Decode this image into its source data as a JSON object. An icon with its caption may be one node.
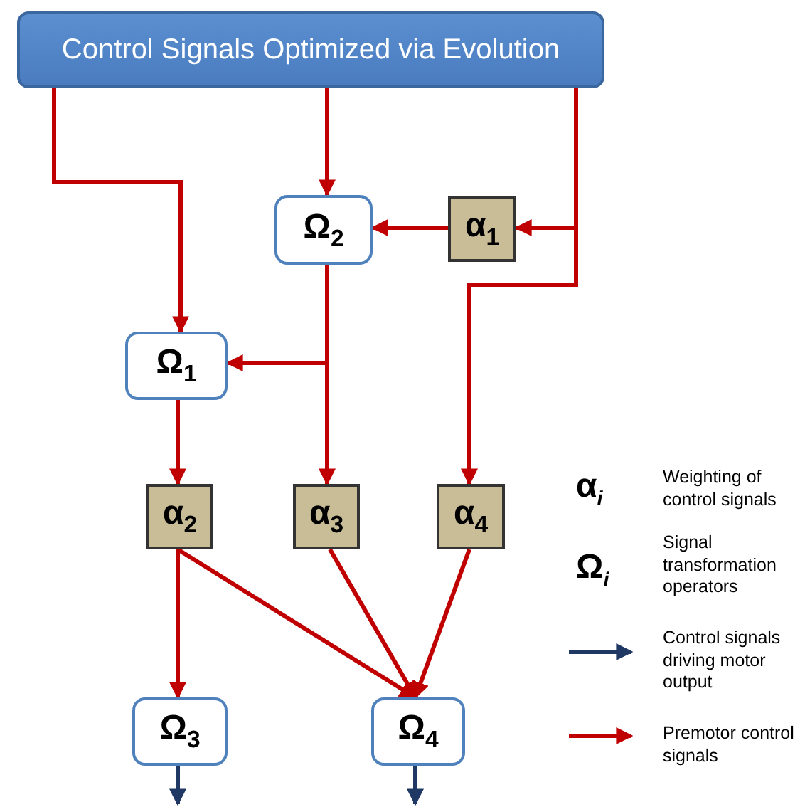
{
  "diagram": {
    "nodes": [
      {
        "text": [
          "Control Signals Optimized via Evolution"
        ]
      },
      {
        "text": [
          "Ω$_{2}$"
        ]
      },
      {
        "text": [
          "α$_{1}$"
        ]
      },
      {
        "text": [
          "Ω$_{1}$"
        ]
      },
      {
        "text": [
          "α$_{2}$"
        ]
      },
      {
        "text": [
          "α$_{3}$"
        ]
      },
      {
        "text": [
          "α$_{4}$"
        ]
      },
      {
        "text": [
          "Ω$_{3}$"
        ]
      },
      {
        "text": [
          "Ω$_{4}$"
        ]
      }
    ],
    "edges": [
      {
        "from": 0,
        "to": 3,
        "arrow": "to"
      },
      {
        "from": 0,
        "to": 1,
        "arrow": "to"
      },
      {
        "from": 0,
        "to": 2,
        "arrow": "to"
      },
      {
        "from": 0,
        "to": 6,
        "arrow": "to"
      },
      {
        "from": 2,
        "to": 1,
        "arrow": "to"
      },
      {
        "from": 1,
        "to": 3,
        "arrow": "to"
      },
      {
        "from": 1,
        "to": 5,
        "arrow": "to"
      },
      {
        "from": 3,
        "to": 4,
        "arrow": "to"
      },
      {
        "from": 4,
        "to": 7,
        "arrow": "to"
      },
      {
        "from": 4,
        "to": 8,
        "arrow": "to"
      },
      {
        "from": 5,
        "to": 8,
        "arrow": "to"
      },
      {
        "from": 6,
        "to": 8,
        "arrow": "to"
      },
      {
        "from": 7,
        "to": null,
        "arrow": "to",
        "color": "#1f3864"
      },
      {
        "from": 8,
        "to": null,
        "arrow": "to",
        "color": "#1f3864"
      }
    ],
    "labels": [
      "α$_{i}$",
      "Ω$_{i}$"
    ],
    "legend": [
      {
        "text": "Weighting of control signals"
      },
      {
        "text": "Signal transformation operators"
      },
      {
        "text": "Control signals driving motor output"
      },
      {
        "text": "Premotor control signals"
      }
    ]
  }
}
